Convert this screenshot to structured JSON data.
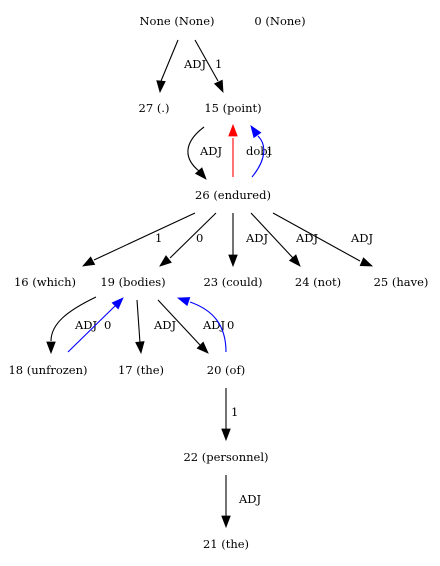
{
  "colors": {
    "default": "#000000",
    "red": "#ff0000",
    "blue": "#0000ff"
  },
  "nodes": [
    {
      "id": "none",
      "label": "None (None)"
    },
    {
      "id": "n0",
      "label": "0 (None)"
    },
    {
      "id": "n27",
      "label": "27 (.)"
    },
    {
      "id": "n15",
      "label": "15 (point)"
    },
    {
      "id": "n26",
      "label": "26 (endured)"
    },
    {
      "id": "n16",
      "label": "16 (which)"
    },
    {
      "id": "n19",
      "label": "19 (bodies)"
    },
    {
      "id": "n23",
      "label": "23 (could)"
    },
    {
      "id": "n24",
      "label": "24 (not)"
    },
    {
      "id": "n25",
      "label": "25 (have)"
    },
    {
      "id": "n18",
      "label": "18 (unfrozen)"
    },
    {
      "id": "n17",
      "label": "17 (the)"
    },
    {
      "id": "n20",
      "label": "20 (of)"
    },
    {
      "id": "n22",
      "label": "22 (personnel)"
    },
    {
      "id": "n21",
      "label": "21 (the)"
    }
  ],
  "edges": [
    {
      "id": "e-none-27",
      "from": "none",
      "to": "n27",
      "label": "ADJ",
      "color": "default"
    },
    {
      "id": "e-none-15",
      "from": "none",
      "to": "n15",
      "label": "1",
      "color": "default"
    },
    {
      "id": "e-15-26",
      "from": "n15",
      "to": "n26",
      "label": "ADJ",
      "color": "default"
    },
    {
      "id": "e-26-15-dobj",
      "from": "n26",
      "to": "n15",
      "label": "dobj",
      "color": "red"
    },
    {
      "id": "e-26-15-1",
      "from": "n26",
      "to": "n15",
      "label": "1",
      "color": "blue"
    },
    {
      "id": "e-26-16",
      "from": "n26",
      "to": "n16",
      "label": "1",
      "color": "default"
    },
    {
      "id": "e-26-19",
      "from": "n26",
      "to": "n19",
      "label": "0",
      "color": "default"
    },
    {
      "id": "e-26-23",
      "from": "n26",
      "to": "n23",
      "label": "ADJ",
      "color": "default"
    },
    {
      "id": "e-26-24",
      "from": "n26",
      "to": "n24",
      "label": "ADJ",
      "color": "default"
    },
    {
      "id": "e-26-25",
      "from": "n26",
      "to": "n25",
      "label": "ADJ",
      "color": "default"
    },
    {
      "id": "e-19-18",
      "from": "n19",
      "to": "n18",
      "label": "ADJ",
      "color": "default"
    },
    {
      "id": "e-18-19",
      "from": "n18",
      "to": "n19",
      "label": "0",
      "color": "blue"
    },
    {
      "id": "e-19-17",
      "from": "n19",
      "to": "n17",
      "label": "ADJ",
      "color": "default"
    },
    {
      "id": "e-19-20",
      "from": "n19",
      "to": "n20",
      "label": "ADJ",
      "color": "default"
    },
    {
      "id": "e-20-19",
      "from": "n20",
      "to": "n19",
      "label": "0",
      "color": "blue"
    },
    {
      "id": "e-20-22",
      "from": "n20",
      "to": "n22",
      "label": "1",
      "color": "default"
    },
    {
      "id": "e-22-21",
      "from": "n22",
      "to": "n21",
      "label": "ADJ",
      "color": "default"
    }
  ]
}
